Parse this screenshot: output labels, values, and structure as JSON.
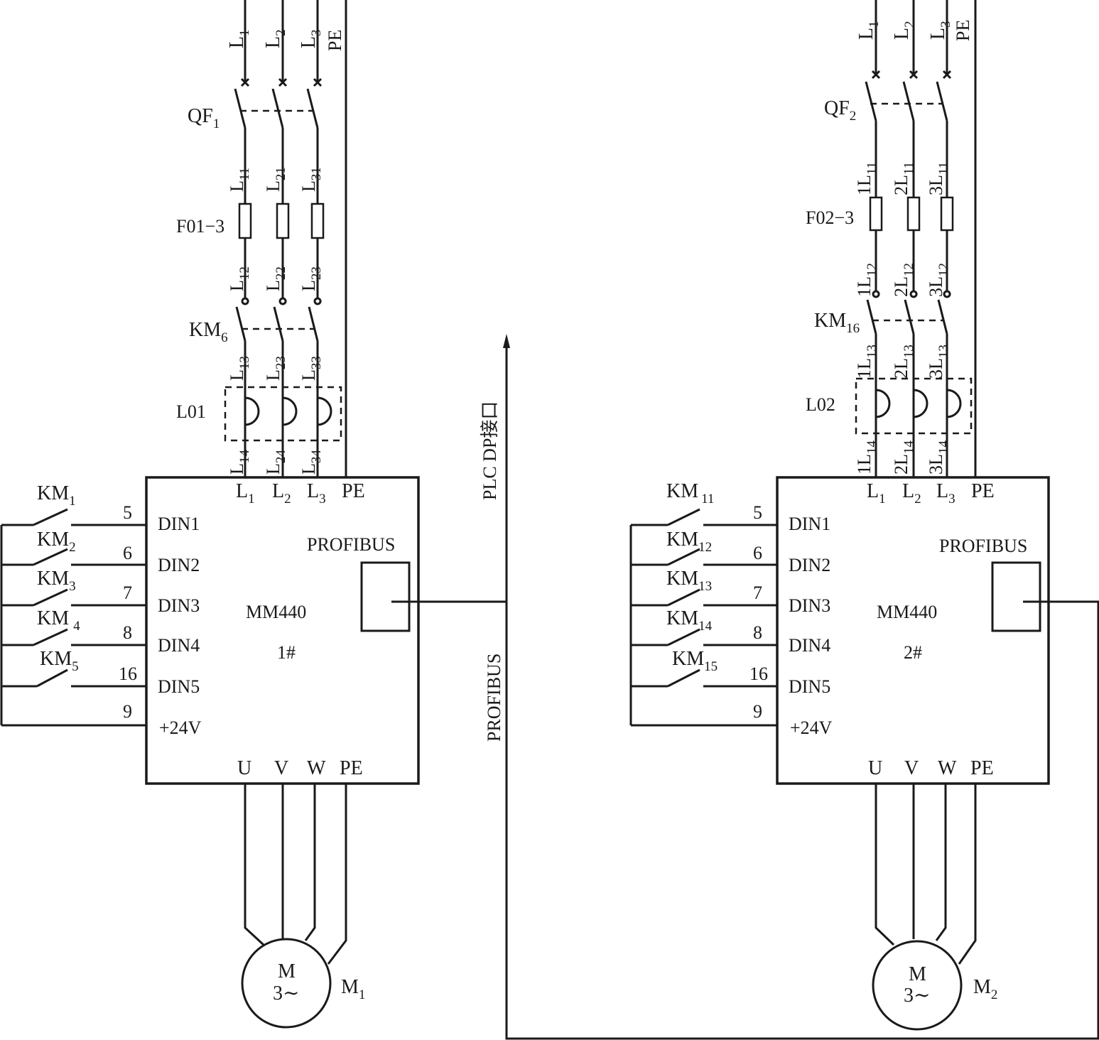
{
  "drive1": {
    "supply": [
      "L",
      "1",
      "L",
      "2",
      "L",
      "3",
      "PE"
    ],
    "breaker": [
      "QF",
      "1"
    ],
    "fuse_in": [
      "L",
      "11",
      "L",
      "21",
      "L",
      "31"
    ],
    "fuse_name": "F01−3",
    "fuse_out": [
      "L",
      "12",
      "L",
      "22",
      "L",
      "23"
    ],
    "contactor": [
      "KM",
      "6"
    ],
    "reactor_in": [
      "L",
      "13",
      "L",
      "23",
      "L",
      "33"
    ],
    "reactor_name": "L01",
    "reactor_out": [
      "L",
      "14",
      "L",
      "24",
      "L",
      "34"
    ],
    "terminals_top": [
      "L",
      "1",
      "L",
      "2",
      "L",
      "3",
      "PE"
    ],
    "inputs": [
      "DIN1",
      "DIN2",
      "DIN3",
      "DIN4",
      "DIN5",
      "+24V"
    ],
    "pins": [
      "5",
      "6",
      "7",
      "8",
      "16",
      "9"
    ],
    "switches": [
      "KM",
      "1",
      "KM",
      "2",
      "KM",
      "3",
      "KM",
      "4",
      "KM",
      "5"
    ],
    "bus_label": "PROFIBUS",
    "model": "MM440",
    "unit": "1#",
    "outputs": [
      "U",
      "V",
      "W",
      "PE"
    ],
    "motor": [
      "M",
      "3∼"
    ],
    "motor_name": [
      "M",
      "1"
    ]
  },
  "drive2": {
    "supply": [
      "L",
      "1",
      "L",
      "2",
      "L",
      "3",
      "PE"
    ],
    "breaker": [
      "QF",
      "2"
    ],
    "fuse_in": [
      "1L",
      "11",
      "2L",
      "11",
      "3L",
      "11"
    ],
    "fuse_name": "F02−3",
    "fuse_out": [
      "1L",
      "12",
      "2L",
      "12",
      "3L",
      "12"
    ],
    "contactor": [
      "KM",
      "16"
    ],
    "reactor_in": [
      "1L",
      "13",
      "2L",
      "13",
      "3L",
      "13"
    ],
    "reactor_name": "L02",
    "reactor_out": [
      "1L",
      "14",
      "2L",
      "14",
      "3L",
      "14"
    ],
    "terminals_top": [
      "L",
      "1",
      "L",
      "2",
      "L",
      "3",
      "PE"
    ],
    "inputs": [
      "DIN1",
      "DIN2",
      "DIN3",
      "DIN4",
      "DIN5",
      "+24V"
    ],
    "pins": [
      "5",
      "6",
      "7",
      "8",
      "16",
      "9"
    ],
    "switches": [
      "KM",
      "11",
      "KM",
      "12",
      "KM",
      "13",
      "KM",
      "14",
      "KM",
      "15"
    ],
    "bus_label": "PROFIBUS",
    "model": "MM440",
    "unit": "2#",
    "outputs": [
      "U",
      "V",
      "W",
      "PE"
    ],
    "motor": [
      "M",
      "3∼"
    ],
    "motor_name": [
      "M",
      "2"
    ]
  },
  "network": {
    "plc_label": "PLC DP接口",
    "bus_label": "PROFIBUS"
  }
}
